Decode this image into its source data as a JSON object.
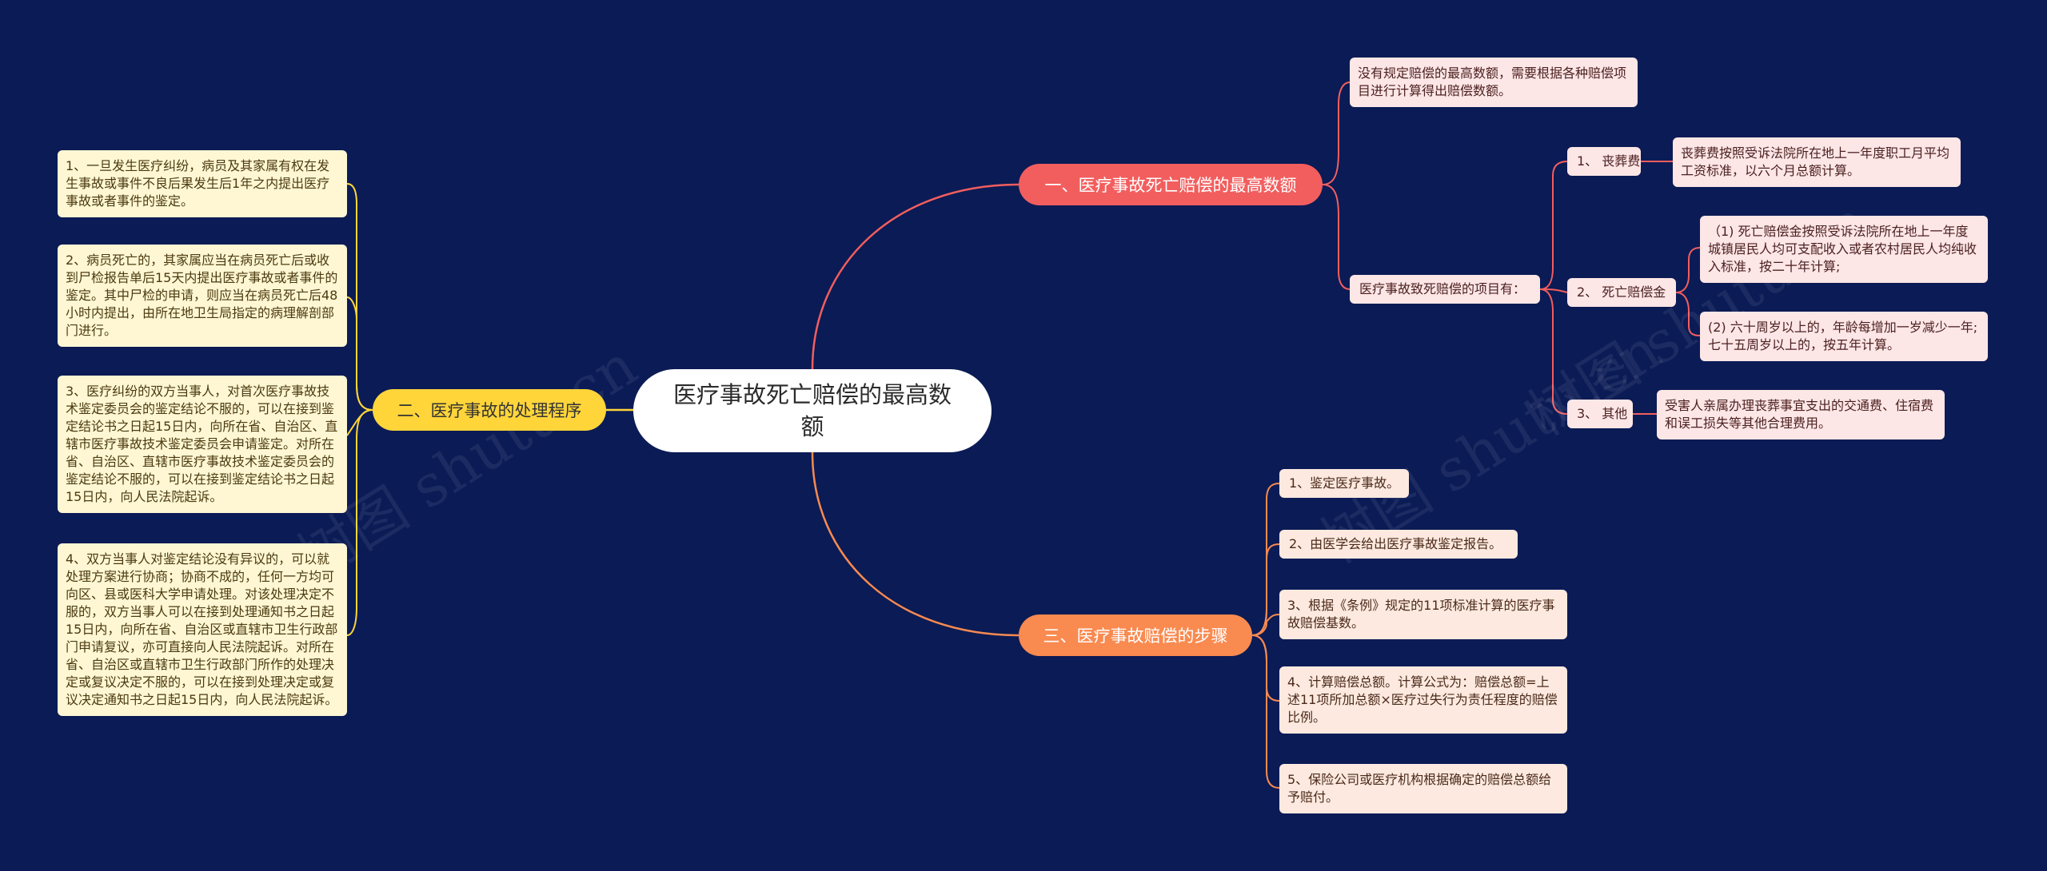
{
  "root": {
    "title": "医疗事故死亡赔偿的最高数额"
  },
  "branch1": {
    "title": "一、医疗事故死亡赔偿的最高数额",
    "note": "没有规定赔偿的最高数额，需要根据各种赔偿项目进行计算得出赔偿数额。",
    "items_label": "医疗事故致死赔偿的项目有：",
    "funeral": {
      "label": "1、 丧葬费",
      "detail": "丧葬费按照受诉法院所在地上一年度职工月平均工资标准，以六个月总额计算。"
    },
    "death": {
      "label": "2、 死亡赔偿金",
      "detail1": "（1) 死亡赔偿金按照受诉法院所在地上一年度城镇居民人均可支配收入或者农村居民人均纯收入标准，按二十年计算;",
      "detail2": "(2) 六十周岁以上的，年龄每增加一岁减少一年;七十五周岁以上的，按五年计算。"
    },
    "other": {
      "label": "3、 其他",
      "detail": "受害人亲属办理丧葬事宜支出的交通费、住宿费和误工损失等其他合理费用。"
    }
  },
  "branch2": {
    "title": "二、医疗事故的处理程序",
    "items": [
      "1、一旦发生医疗纠纷，病员及其家属有权在发生事故或事件不良后果发生后1年之内提出医疗事故或者事件的鉴定。",
      "2、病员死亡的，其家属应当在病员死亡后或收到尸检报告单后15天内提出医疗事故或者事件的鉴定。其中尸检的申请，则应当在病员死亡后48小时内提出，由所在地卫生局指定的病理解剖部门进行。",
      "3、医疗纠纷的双方当事人，对首次医疗事故技术鉴定委员会的鉴定结论不服的，可以在接到鉴定结论书之日起15日内，向所在省、自治区、直辖市医疗事故技术鉴定委员会申请鉴定。对所在省、自治区、直辖市医疗事故技术鉴定委员会的鉴定结论不服的，可以在接到鉴定结论书之日起15日内，向人民法院起诉。",
      "4、双方当事人对鉴定结论没有异议的，可以就处理方案进行协商；协商不成的，任何一方均可向区、县或医科大学申请处理。对该处理决定不服的，双方当事人可以在接到处理通知书之日起15日内，向所在省、自治区或直辖市卫生行政部门申请复议，亦可直接向人民法院起诉。对所在省、自治区或直辖市卫生行政部门所作的处理决定或复议决定不服的，可以在接到处理决定或复议决定通知书之日起15日内，向人民法院起诉。"
    ]
  },
  "branch3": {
    "title": "三、医疗事故赔偿的步骤",
    "items": [
      "1、鉴定医疗事故。",
      "2、由医学会给出医疗事故鉴定报告。",
      "3、根据《条例》规定的11项标准计算的医疗事故赔偿基数。",
      "4、计算赔偿总额。计算公式为：赔偿总额=上述11项所加总额×医疗过失行为责任程度的赔偿比例。",
      "5、保险公司或医疗机构根据确定的赔偿总额给予赔付。"
    ]
  },
  "watermarks": [
    "树图 shutu.cn",
    "树图 shutu.cn",
    "树图 shutu.cn"
  ],
  "colors": {
    "background": "#0b1b55",
    "branch1": "#f25e5e",
    "branch2": "#ffd53a",
    "branch3": "#f98a50"
  }
}
